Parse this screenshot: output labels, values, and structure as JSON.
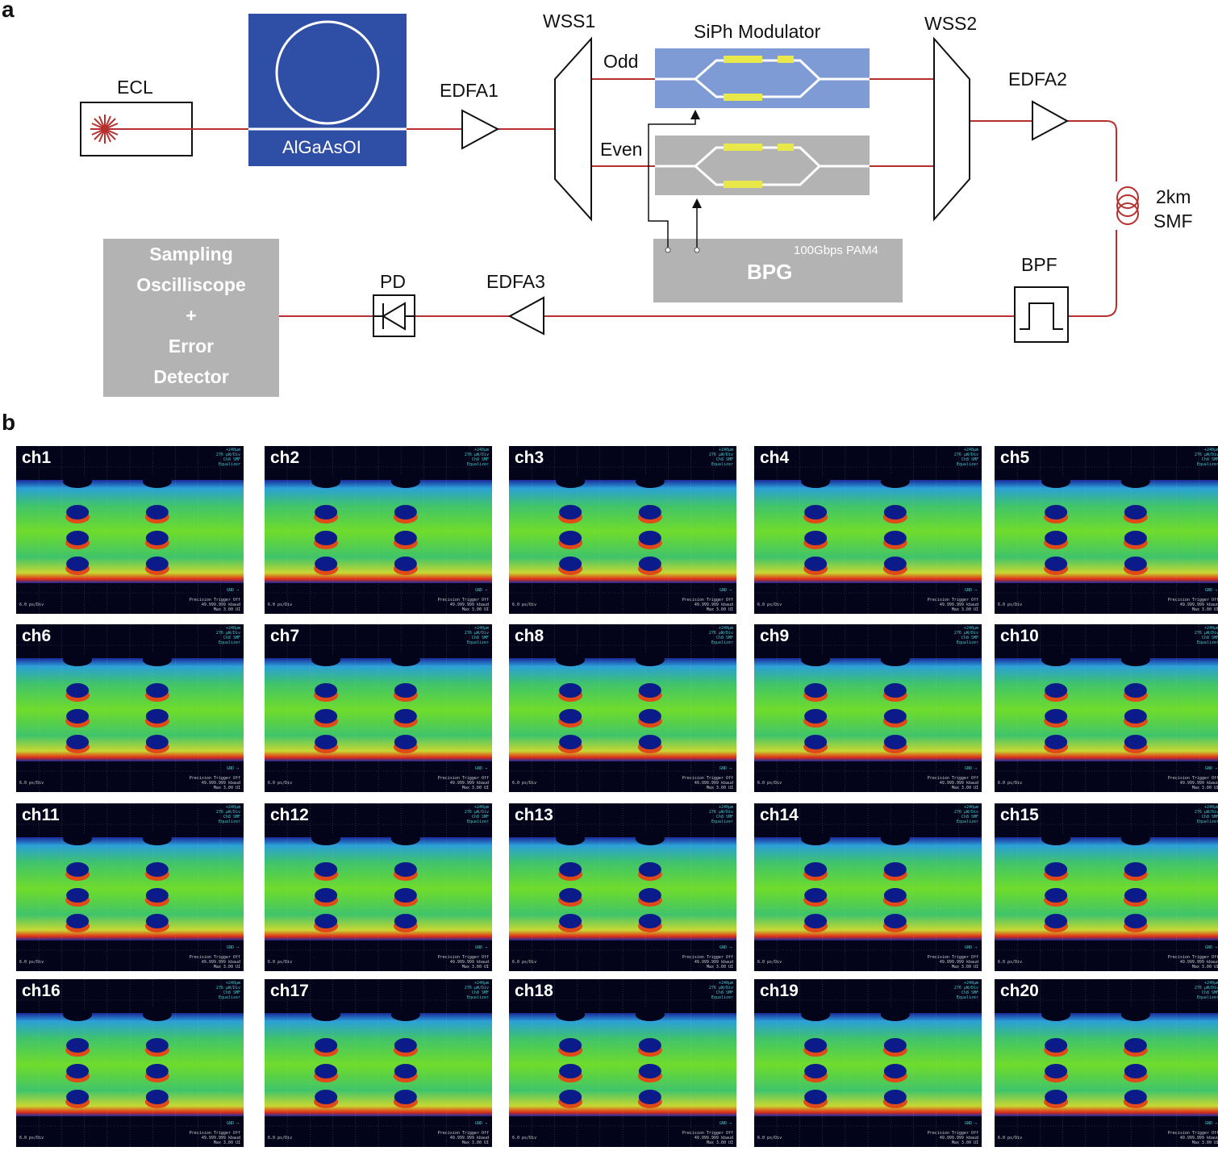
{
  "panel_a": {
    "letter": "a",
    "ecl": "ECL",
    "algaasoi": "AlGaAsOI",
    "edfa1": "EDFA1",
    "wss1": "WSS1",
    "siph_modulator": "SiPh Modulator",
    "odd": "Odd",
    "even": "Even",
    "wss2": "WSS2",
    "edfa2": "EDFA2",
    "fiber_length": "2km",
    "fiber_type": "SMF",
    "bpf": "BPF",
    "bpg": "BPG",
    "bpg_rate": "100Gbps PAM4",
    "edfa3": "EDFA3",
    "pd": "PD",
    "scope_lines": [
      "Sampling",
      "Oscilliscope",
      "+",
      "Error",
      "Detector"
    ]
  },
  "panel_b": {
    "letter": "b",
    "channels": [
      "ch1",
      "ch2",
      "ch3",
      "ch4",
      "ch5",
      "ch6",
      "ch7",
      "ch8",
      "ch9",
      "ch10",
      "ch11",
      "ch12",
      "ch13",
      "ch14",
      "ch15",
      "ch16",
      "ch17",
      "ch18",
      "ch19",
      "ch20"
    ],
    "hud_top_right": "+240µm\n276 µW/Div\nCh8 SMF\nEqualizer",
    "hud_gnd": "GND →",
    "hud_bottom_left": "6.0 ps/Div",
    "hud_bottom_right": "Precision Trigger Off\n49.999.999 kbaud\nMax 3.00 UI"
  },
  "colors": {
    "fiber": "#b5302e",
    "chip_blue": "#2f4fa6",
    "modulator_blue": "#7f9bd5",
    "modulator_gray": "#b3b3b3",
    "electrode": "#e8e84a",
    "eye_background": "#03031a"
  }
}
